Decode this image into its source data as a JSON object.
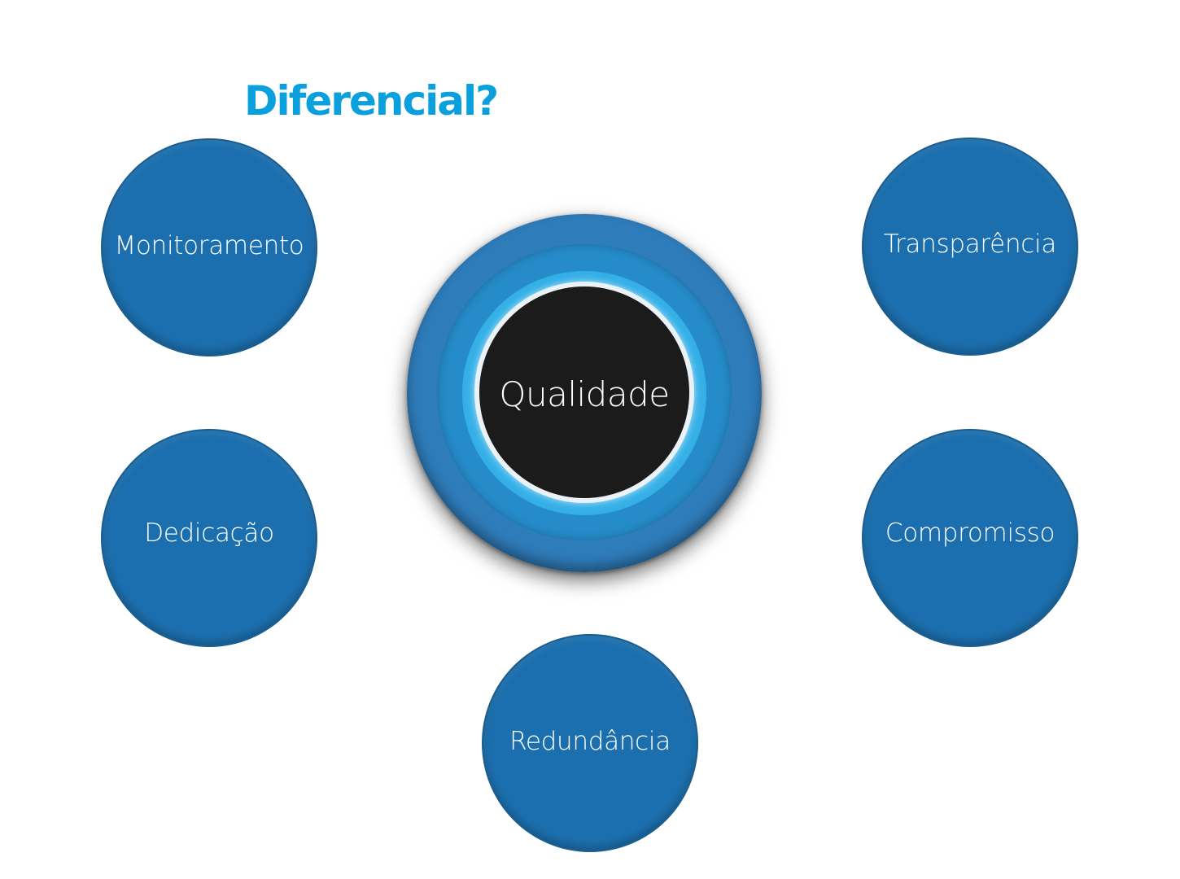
{
  "diagram": {
    "title": "Diferencial?",
    "center": {
      "label": "Qualidade"
    },
    "nodes": [
      {
        "id": "monitoramento",
        "label": "Monitoramento"
      },
      {
        "id": "dedicacao",
        "label": "Dedicação"
      },
      {
        "id": "redundancia",
        "label": "Redundância"
      },
      {
        "id": "transparencia",
        "label": "Transparência"
      },
      {
        "id": "compromisso",
        "label": "Compromisso"
      }
    ]
  },
  "colors": {
    "title": "#0aa0dd",
    "node_fill": "#1c6fae",
    "node_border": "#1a5d8f",
    "ring_outer": "#2f7cba",
    "ring_mid": "#258bc9",
    "ring_glow": "#1fa7e3",
    "core_fill": "#1b1b1b",
    "core_border": "#eaf2f7",
    "label_text": "#ffffff"
  }
}
